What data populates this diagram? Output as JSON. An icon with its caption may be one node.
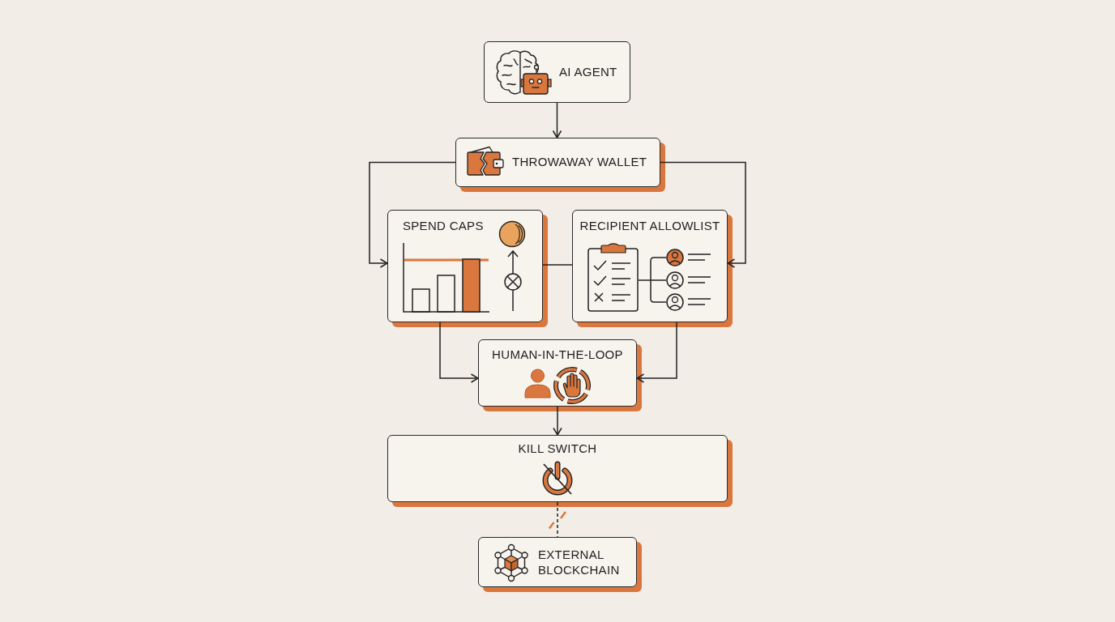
{
  "diagram": {
    "nodes": [
      {
        "text": [
          "AI AGENT"
        ]
      },
      {
        "text": [
          "THROWAWAY WALLET"
        ]
      },
      {
        "text": [
          "SPEND CAPS"
        ]
      },
      {
        "text": [
          "RECIPIENT ALLOWLIST"
        ]
      },
      {
        "text": [
          "HUMAN-IN-THE-LOOP"
        ]
      },
      {
        "text": [
          "KILL SWITCH"
        ]
      },
      {
        "text": [
          "EXTERNAL BLOCKCHAIN"
        ]
      }
    ],
    "edges": [
      {
        "from": 0,
        "to": 1,
        "arrow": "to"
      },
      {
        "from": 1,
        "to": 2,
        "arrow": "to"
      },
      {
        "from": 1,
        "to": 3,
        "arrow": "to"
      },
      {
        "from": 2,
        "to": 3,
        "arrow": "none"
      },
      {
        "from": 2,
        "to": 4,
        "arrow": "to"
      },
      {
        "from": 3,
        "to": 4,
        "arrow": "to"
      },
      {
        "from": 4,
        "to": 5,
        "arrow": "to"
      },
      {
        "from": 5,
        "to": 6,
        "arrow": "none",
        "style": "dashed"
      }
    ]
  }
}
